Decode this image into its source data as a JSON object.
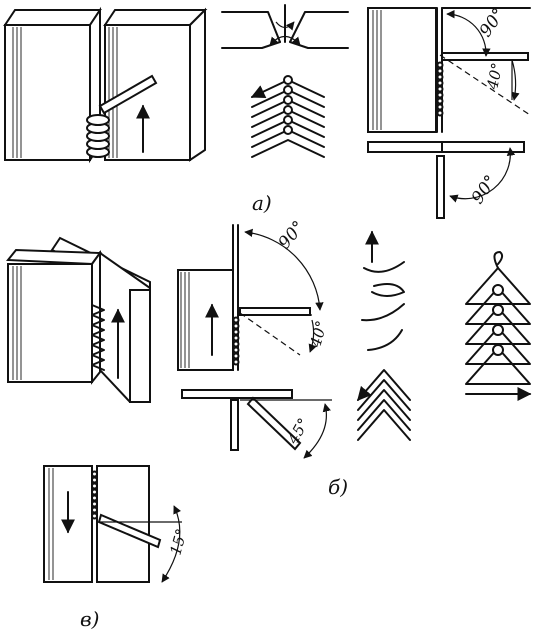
{
  "labels": {
    "a": "а)",
    "b": "б)",
    "v": "в)"
  },
  "angles": {
    "a_top": "90°",
    "a_side": "40°",
    "a_bottom": "90°",
    "b_top": "90°",
    "b_side": "40°",
    "b_bottom": "45°",
    "v_side": "15°"
  },
  "colors": {
    "ink": "#111111",
    "paper": "#ffffff"
  }
}
